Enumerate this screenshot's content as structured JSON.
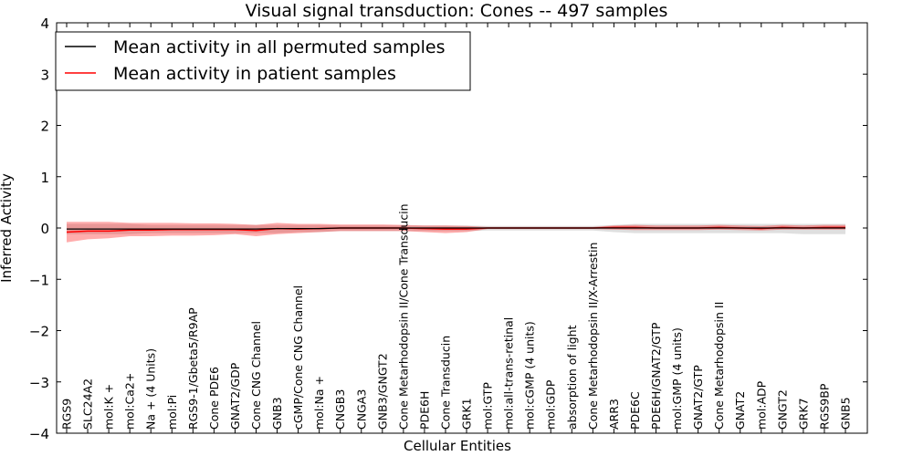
{
  "chart_data": {
    "type": "line",
    "title": "Visual signal transduction: Cones -- 497 samples",
    "xlabel": "Cellular Entities",
    "ylabel": "Inferred Activity",
    "ylim": [
      -4,
      4
    ],
    "yticks": [
      "4",
      "3",
      "2",
      "1",
      "0",
      "−1",
      "−2",
      "−3",
      "−4"
    ],
    "legend_position": "top-left",
    "grid": false,
    "categories": [
      "RGS9",
      "SLC24A2",
      "mol:K +",
      "mol:Ca2+",
      "Na + (4 Units)",
      "mol:Pi",
      "RGS9-1/Gbeta5/R9AP",
      "Cone PDE6",
      "GNAT2/GDP",
      "Cone CNG Channel",
      "GNB3",
      "cGMP/Cone CNG Channel",
      "mol:Na +",
      "CNGB3",
      "CNGA3",
      "GNB3/GNGT2",
      "Cone Metarhodopsin II/Cone Transducin",
      "PDE6H",
      "Cone Transducin",
      "GRK1",
      "mol:GTP",
      "mol:all-trans-retinal",
      "mol:cGMP (4 units)",
      "mol:GDP",
      "absorption of light",
      "Cone Metarhodopsin II/X-Arrestin",
      "ARR3",
      "PDE6C",
      "PDE6H/GNAT2/GTP",
      "mol:GMP (4 units)",
      "GNAT2/GTP",
      "Cone Metarhodopsin II",
      "GNAT2",
      "mol:ADP",
      "GNGT2",
      "GRK7",
      "RGS9BP",
      "GNB5"
    ],
    "series": [
      {
        "name": "Mean activity in all permuted samples",
        "color": "#000000",
        "values": [
          -0.02,
          -0.02,
          -0.02,
          -0.02,
          -0.02,
          -0.02,
          -0.02,
          -0.02,
          -0.02,
          -0.02,
          -0.01,
          -0.01,
          -0.01,
          0,
          0,
          0,
          0,
          0,
          0,
          0,
          0,
          0,
          0,
          0,
          0,
          0,
          0,
          0,
          0,
          0,
          0,
          0,
          0,
          0,
          0,
          0,
          0,
          0
        ],
        "band_lower": [
          -0.12,
          -0.12,
          -0.12,
          -0.12,
          -0.1,
          -0.1,
          -0.1,
          -0.1,
          -0.1,
          -0.1,
          -0.1,
          -0.08,
          -0.08,
          -0.06,
          -0.06,
          -0.06,
          -0.06,
          -0.06,
          -0.06,
          -0.06,
          -0.05,
          -0.05,
          -0.05,
          -0.05,
          -0.05,
          -0.05,
          -0.08,
          -0.1,
          -0.1,
          -0.1,
          -0.1,
          -0.1,
          -0.1,
          -0.1,
          -0.1,
          -0.12,
          -0.12,
          -0.12
        ],
        "band_upper": [
          0.08,
          0.08,
          0.08,
          0.08,
          0.06,
          0.06,
          0.06,
          0.06,
          0.06,
          0.06,
          0.06,
          0.06,
          0.06,
          0.05,
          0.05,
          0.05,
          0.05,
          0.05,
          0.05,
          0.05,
          0.04,
          0.04,
          0.04,
          0.04,
          0.04,
          0.04,
          0.06,
          0.08,
          0.08,
          0.08,
          0.08,
          0.08,
          0.08,
          0.08,
          0.08,
          0.08,
          0.08,
          0.08
        ]
      },
      {
        "name": "Mean activity in patient samples",
        "color": "#ff0000",
        "values": [
          -0.08,
          -0.06,
          -0.06,
          -0.04,
          -0.04,
          -0.03,
          -0.03,
          -0.03,
          -0.03,
          -0.05,
          -0.01,
          -0.02,
          -0.01,
          0,
          0,
          0,
          0,
          -0.01,
          -0.02,
          -0.02,
          0,
          0,
          0,
          0,
          0,
          0,
          0.01,
          0.01,
          0,
          0,
          0,
          0.01,
          0,
          -0.01,
          0.01,
          0,
          0.01,
          0.01
        ],
        "band_lower": [
          -0.28,
          -0.22,
          -0.2,
          -0.16,
          -0.16,
          -0.15,
          -0.15,
          -0.14,
          -0.12,
          -0.16,
          -0.12,
          -0.1,
          -0.08,
          -0.06,
          -0.06,
          -0.06,
          -0.06,
          -0.08,
          -0.1,
          -0.08,
          -0.02,
          -0.02,
          -0.02,
          -0.02,
          -0.02,
          -0.02,
          -0.03,
          -0.04,
          -0.04,
          -0.04,
          -0.04,
          -0.03,
          -0.04,
          -0.05,
          -0.03,
          -0.03,
          -0.03,
          -0.03
        ],
        "band_upper": [
          0.12,
          0.12,
          0.12,
          0.1,
          0.1,
          0.1,
          0.09,
          0.09,
          0.08,
          0.06,
          0.1,
          0.08,
          0.08,
          0.07,
          0.07,
          0.07,
          0.06,
          0.05,
          0.05,
          0.04,
          0.02,
          0.02,
          0.02,
          0.02,
          0.02,
          0.02,
          0.05,
          0.06,
          0.05,
          0.05,
          0.05,
          0.06,
          0.05,
          0.04,
          0.06,
          0.05,
          0.06,
          0.06
        ]
      }
    ]
  }
}
